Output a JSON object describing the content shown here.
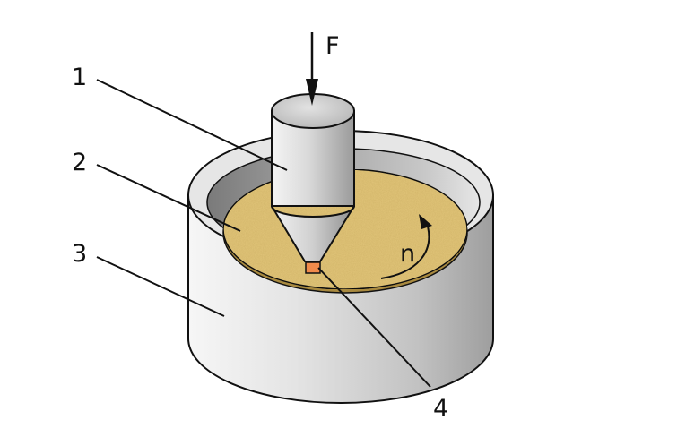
{
  "labels": {
    "part_1": "1",
    "part_2": "2",
    "part_3": "3",
    "part_4": "4",
    "force": "F",
    "rotation": "n"
  },
  "colors": {
    "powder": "#e2c67a",
    "ring": "#d8d8d8",
    "tool": "#cfcfcf",
    "tip": "#f08a4b",
    "line": "#111111"
  }
}
